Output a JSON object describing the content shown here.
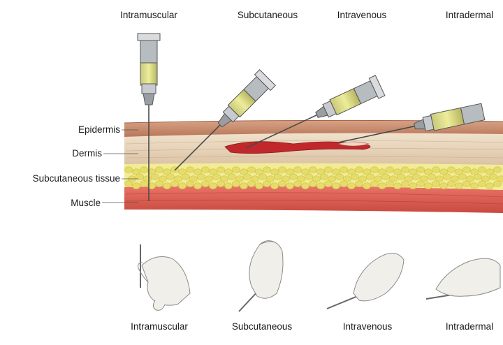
{
  "top_labels": [
    "Intramuscular",
    "Subcutaneous",
    "Intravenous",
    "Intradermal"
  ],
  "layer_labels": [
    "Epidermis",
    "Dermis",
    "Subcutaneous tissue",
    "Muscle"
  ],
  "bottom_labels": [
    "Intramuscular",
    "Subcutaneous",
    "Intravenous",
    "Intradermal"
  ],
  "colors": {
    "epidermis": "#c98a6a",
    "dermis": "#ead8c0",
    "fat": "#f1ea8a",
    "muscle": "#d95a4e",
    "vein": "#c0282b",
    "syringe_fluid": "#e3e27a",
    "syringe_metal": "#9a9ea3"
  }
}
